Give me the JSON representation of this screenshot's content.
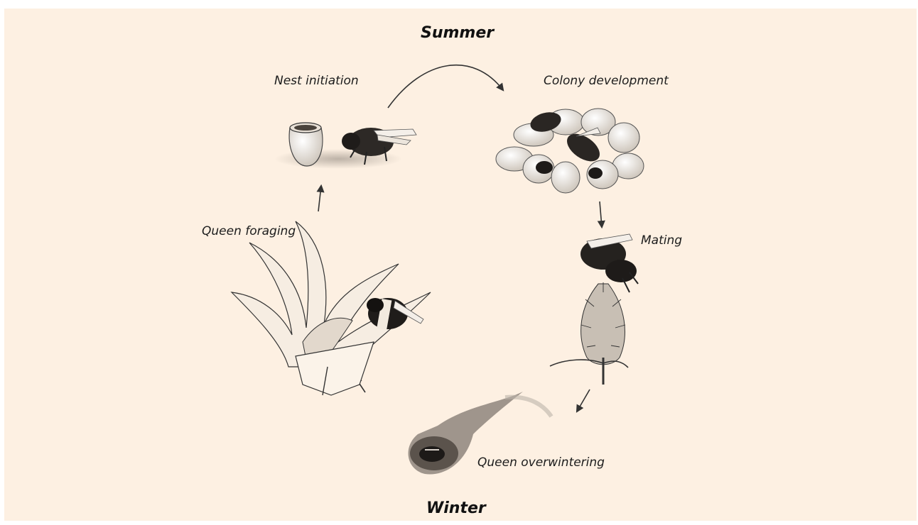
{
  "diagram": {
    "top_label": "Summer",
    "bottom_label": "Winter",
    "stages": [
      {
        "label": "Nest initiation",
        "icon": "nest-pot-and-bee-icon"
      },
      {
        "label": "Colony development",
        "icon": "brood-cells-icon"
      },
      {
        "label": "Mating",
        "icon": "thistle-bees-icon"
      },
      {
        "label": "Queen overwintering",
        "icon": "burrow-queen-icon"
      },
      {
        "label": "Queen foraging",
        "icon": "flower-bee-icon"
      }
    ]
  },
  "colors": {
    "background": "#fdf0e2",
    "ink": "#1c1c1c"
  }
}
